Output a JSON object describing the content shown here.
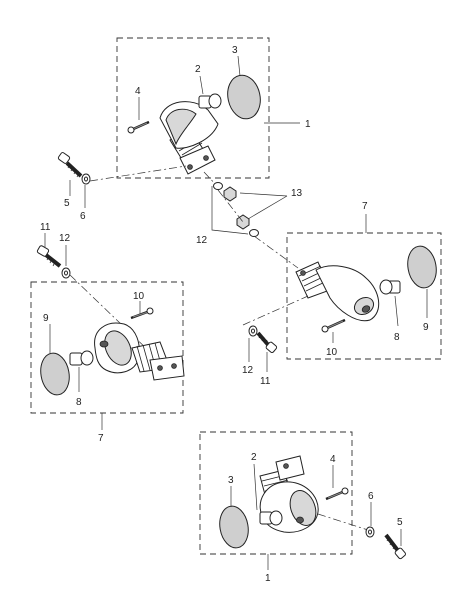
{
  "labels": {
    "tr": {
      "n1": "1",
      "n2": "2",
      "n3": "3",
      "n4": "4",
      "n5": "5",
      "n6": "6"
    },
    "mid": {
      "n12": "12",
      "n13": "13"
    },
    "ml": {
      "n7": "7",
      "n8": "8",
      "n9": "9",
      "n10": "10",
      "n11": "11",
      "n12": "12"
    },
    "mr": {
      "n7": "7",
      "n8": "8",
      "n9": "9",
      "n10": "10",
      "n11": "11",
      "n12": "12"
    },
    "bot": {
      "n1": "1",
      "n2": "2",
      "n3": "3",
      "n4": "4",
      "n5": "5",
      "n6": "6"
    }
  }
}
